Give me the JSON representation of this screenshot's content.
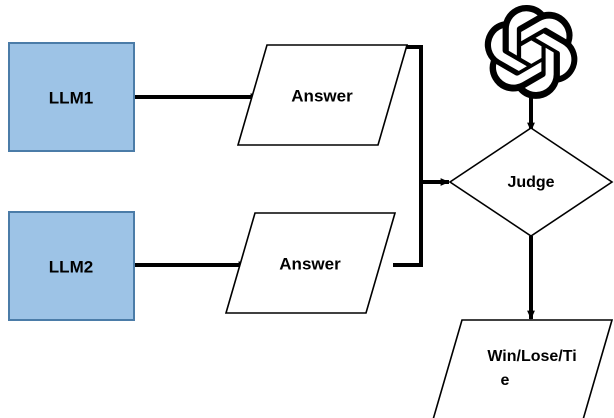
{
  "diagram": {
    "title": "LLM pairwise evaluation flowchart",
    "background_color": "#FFFFFF",
    "nodes": {
      "llm1": {
        "label": "LLM1",
        "shape": "rectangle",
        "fill_color": "#9DC3E6",
        "border_color": "#4B7CA8"
      },
      "llm2": {
        "label": "LLM2",
        "shape": "rectangle",
        "fill_color": "#9DC3E6",
        "border_color": "#4B7CA8"
      },
      "answer1": {
        "label": "Answer",
        "shape": "parallelogram",
        "fill_color": "#FFFFFF",
        "border_color": "#000000"
      },
      "answer2": {
        "label": "Answer",
        "shape": "parallelogram",
        "fill_color": "#FFFFFF",
        "border_color": "#000000"
      },
      "judge": {
        "label": "Judge",
        "shape": "diamond",
        "fill_color": "#FFFFFF",
        "border_color": "#000000"
      },
      "outcome": {
        "label_line1": "Win/Lose/Ti",
        "label_line2": "e",
        "shape": "parallelogram",
        "fill_color": "#FFFFFF",
        "border_color": "#000000"
      },
      "model_logo": {
        "icon": "openai-logo-icon",
        "color": "#000000"
      }
    },
    "edges": [
      {
        "from": "llm1",
        "to": "answer1",
        "arrow": true
      },
      {
        "from": "llm2",
        "to": "answer2",
        "arrow": true
      },
      {
        "from": "answer1",
        "to": "judge",
        "arrow": true
      },
      {
        "from": "answer2",
        "to": "judge",
        "arrow": true
      },
      {
        "from": "model_logo",
        "to": "judge",
        "arrow": true
      },
      {
        "from": "judge",
        "to": "outcome",
        "arrow": true
      }
    ]
  }
}
